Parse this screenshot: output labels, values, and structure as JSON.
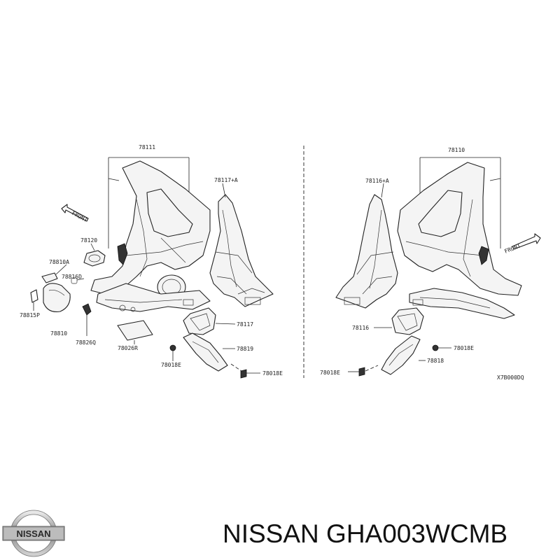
{
  "diagram": {
    "labels_left": {
      "l_78111": "78111",
      "l_78117a": "78117+A",
      "l_front": "FRONT",
      "l_78120": "78120",
      "l_78810a": "78810A",
      "l_78816d": "78816D",
      "l_78815p": "78815P",
      "l_78810": "78810",
      "l_78826q": "78826Q",
      "l_78026r": "78026R",
      "l_78117": "78117",
      "l_78819": "78819",
      "l_78018e_a": "78018E",
      "l_78018e_b": "78018E"
    },
    "labels_right": {
      "r_78110": "78110",
      "r_78116a": "78116+A",
      "r_front": "FRONT",
      "r_78116": "78116",
      "r_78018e_a": "78018E",
      "r_78818": "78818",
      "r_78018e_b": "78018E",
      "r_code": "X7B000DQ"
    }
  },
  "brand": {
    "logo_text": "NISSAN",
    "caption": "NISSAN GHA003WCMB"
  }
}
